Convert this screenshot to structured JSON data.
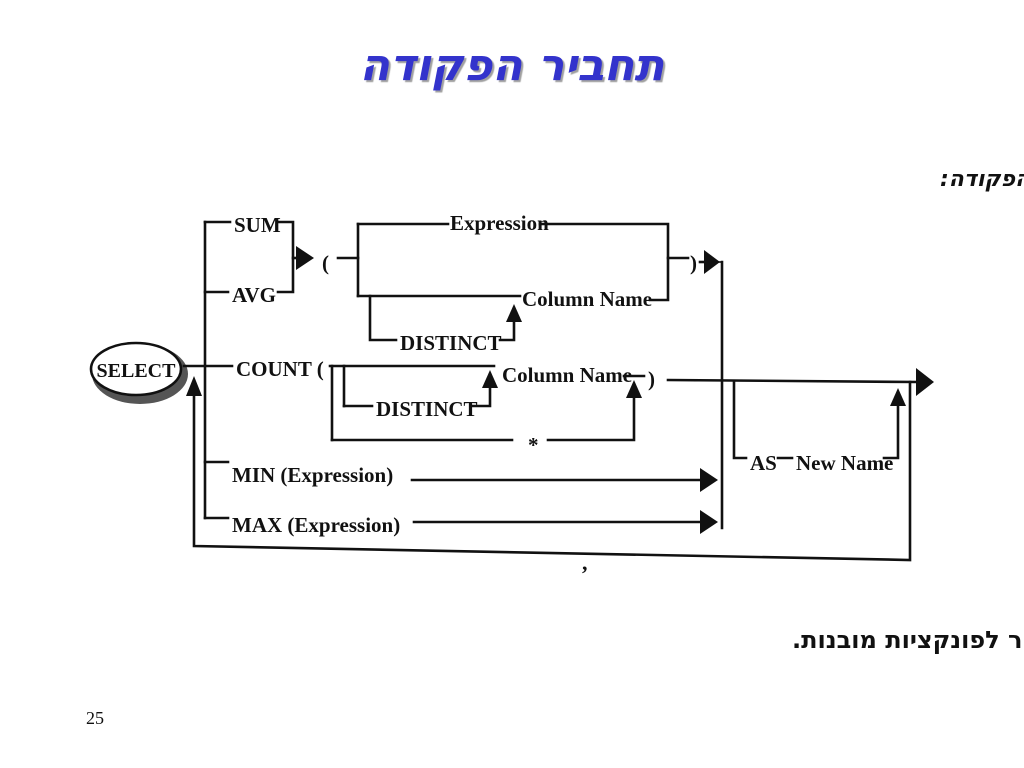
{
  "slide": {
    "title": "תחביר הפקודה",
    "page_number": "25"
  },
  "diagram": {
    "heading": "תחביר הפקודה:",
    "select_label": "SELECT",
    "sum_label": "SUM",
    "avg_label": "AVG",
    "open_paren": "(",
    "expression_label": "Expression",
    "column_name_label": "Column Name",
    "distinct_label": "DISTINCT",
    "close_paren": ")",
    "count_label": "COUNT (",
    "count_column_name_label": "Column Name",
    "count_distinct_label": "DISTINCT",
    "count_close_paren": ")",
    "star_label": "*",
    "min_label": "MIN (Expression)",
    "max_label": "MAX (Expression)",
    "as_label": "AS",
    "new_name_label": "New Name",
    "comma_label": ",",
    "caption": "תרשים תחביר לפונקציות מובנות."
  }
}
